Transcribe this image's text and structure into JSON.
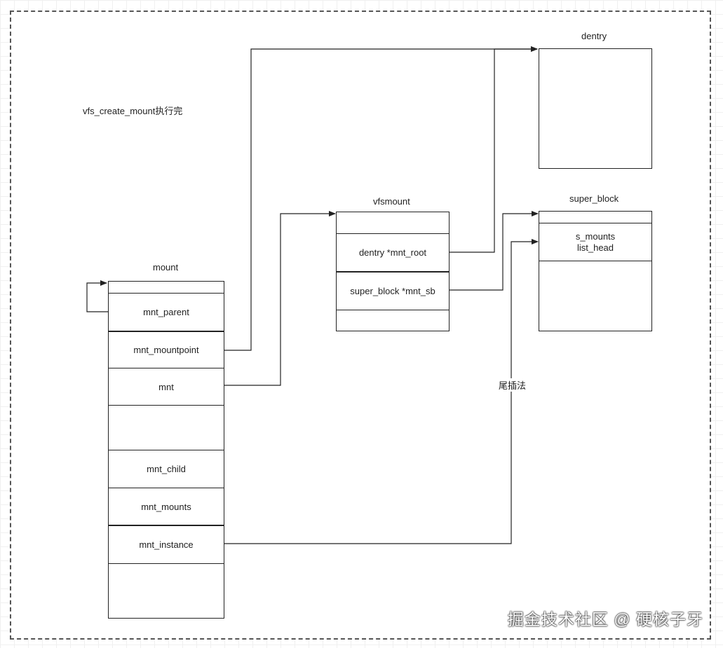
{
  "caption": "vfs_create_mount执行完",
  "structs": {
    "mount": {
      "title": "mount",
      "fields": [
        "",
        "mnt_parent",
        "mnt_mountpoint",
        "mnt",
        "",
        "mnt_child",
        "mnt_mounts",
        "mnt_instance",
        ""
      ]
    },
    "vfsmount": {
      "title": "vfsmount",
      "fields": [
        "",
        "dentry *mnt_root",
        "super_block *mnt_sb",
        ""
      ]
    },
    "dentry": {
      "title": "dentry",
      "fields": [
        ""
      ]
    },
    "super_block": {
      "title": "super_block",
      "fields": [
        "",
        "s_mounts\nlist_head",
        ""
      ]
    }
  },
  "edge_labels": {
    "tail_insert": "尾插法"
  },
  "watermark": "掘金技术社区 @ 硬核子牙",
  "colors": {
    "line": "#222222",
    "frame": "#555555",
    "grid": "#f0f0f0"
  }
}
